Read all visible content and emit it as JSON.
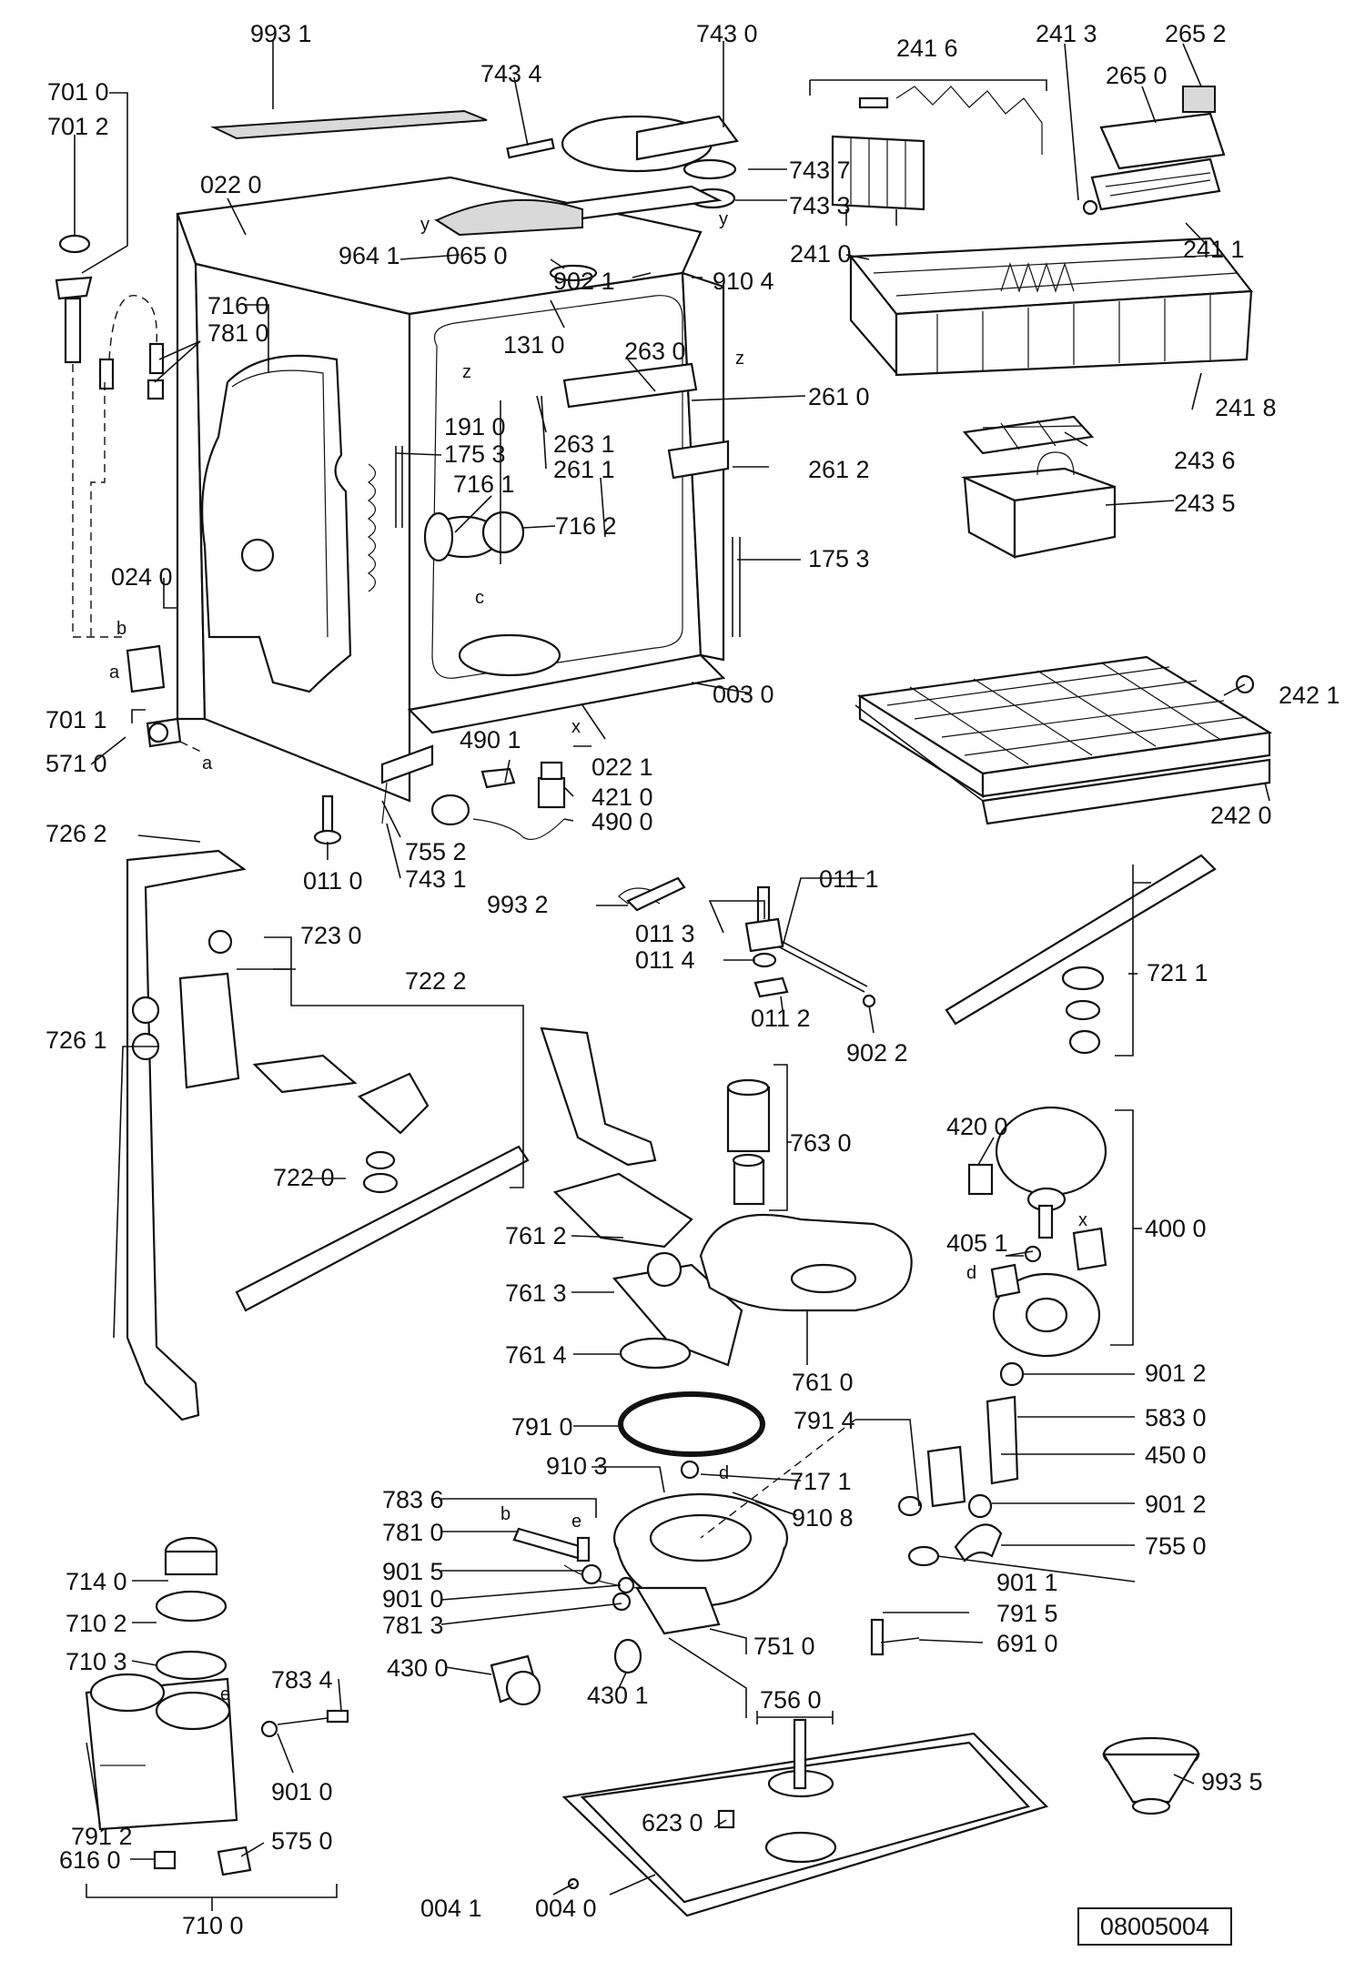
{
  "drawing_ref": "08005004",
  "letters": {
    "a": "a",
    "b": "b",
    "c": "c",
    "d": "d",
    "e": "e",
    "x": "x",
    "y": "y",
    "z": "z"
  },
  "labels": {
    "l9931": "993 1",
    "l7434": "743 4",
    "l7430": "743 0",
    "l2416": "241 6",
    "l2413": "241 3",
    "l2652": "265 2",
    "l2650": "265 0",
    "l7010": "701 0",
    "l7012": "701 2",
    "l0220": "022 0",
    "l7437": "743 7",
    "l7433": "743 3",
    "l9641": "964 1",
    "l0650": "065 0",
    "l9021": "902 1",
    "l9104": "910 4",
    "l2410": "241 0",
    "l2411": "241 1",
    "l7160": "716 0",
    "l7810": "781 0",
    "l1310": "131 0",
    "l2630": "263 0",
    "l2610": "261 0",
    "l2418": "241 8",
    "l1910": "191 0",
    "l1753a": "175 3",
    "l2631": "263 1",
    "l2611": "261 1",
    "l2612": "261 2",
    "l2436": "243 6",
    "l7161": "716 1",
    "l7162": "716 2",
    "l2435": "243 5",
    "l1753b": "175 3",
    "l0240": "024 0",
    "l7011": "701 1",
    "l0030": "003 0",
    "l2421": "242 1",
    "l5710": "571 0",
    "l4901": "490 1",
    "l0221": "022 1",
    "l4210": "421 0",
    "l4900": "490 0",
    "l2420": "242 0",
    "l7262": "726 2",
    "l7552": "755 2",
    "l0110": "011 0",
    "l7431": "743 1",
    "l9932": "993 2",
    "l0111": "011 1",
    "l0113": "011 3",
    "l7230": "723 0",
    "l0114": "011 4",
    "l7222": "722 2",
    "l7211": "721 1",
    "l0112": "011 2",
    "l7261": "726 1",
    "l9022": "902 2",
    "l7630": "763 0",
    "l4200": "420 0",
    "l7220": "722 0",
    "l7612": "761 2",
    "l4051": "405 1",
    "l4000": "400 0",
    "l7613": "761 3",
    "l7614": "761 4",
    "l7600": "761 0",
    "l9012a": "901 2",
    "l5830": "583 0",
    "l7910": "791 0",
    "l7914": "791 4",
    "l4500": "450 0",
    "l9103": "910 3",
    "l7171": "717 1",
    "l7836": "783 6",
    "l9108": "910 8",
    "l9012b": "901 2",
    "l7810b": "781 0",
    "l7550": "755 0",
    "l7140": "714 0",
    "l9015": "901 5",
    "l9011": "901 1",
    "l9010a": "901 0",
    "l7813": "781 3",
    "l7915": "791 5",
    "l7102": "710 2",
    "l6910": "691 0",
    "l7103": "710 3",
    "l7834": "783 4",
    "l4300": "430 0",
    "l4301": "430 1",
    "l7510": "751 0",
    "l7560": "756 0",
    "l9010b": "901 0",
    "l9935": "993 5",
    "l6230": "623 0",
    "l7912": "791 2",
    "l5750": "575 0",
    "l6160": "616 0",
    "l0041": "004 1",
    "l0040": "004 0",
    "l7100": "710 0"
  }
}
